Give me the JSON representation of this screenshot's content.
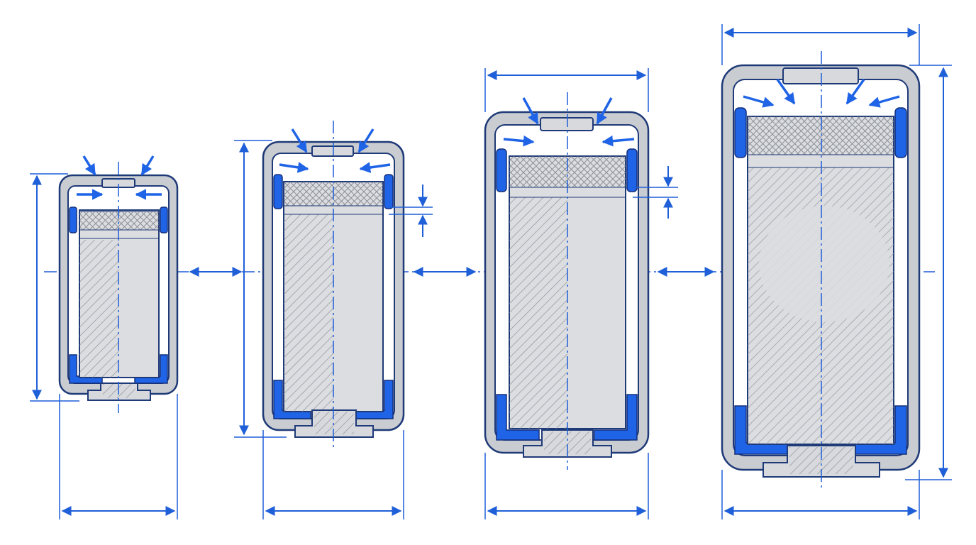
{
  "colors": {
    "accent": "#1f63e6",
    "outline": "#1f3a78",
    "casing": "#c9ccd1",
    "core": "#dcdde0",
    "background": "#ffffff"
  },
  "cells": [
    {
      "id": "cell-1",
      "has_cap_step_dimension": false
    },
    {
      "id": "cell-2",
      "has_cap_step_dimension": true
    },
    {
      "id": "cell-3",
      "has_cap_step_dimension": true
    },
    {
      "id": "cell-4",
      "has_cap_step_dimension": false
    }
  ],
  "icons": [
    "double-headed-arrow-icon",
    "inflow-arrow-icon"
  ]
}
